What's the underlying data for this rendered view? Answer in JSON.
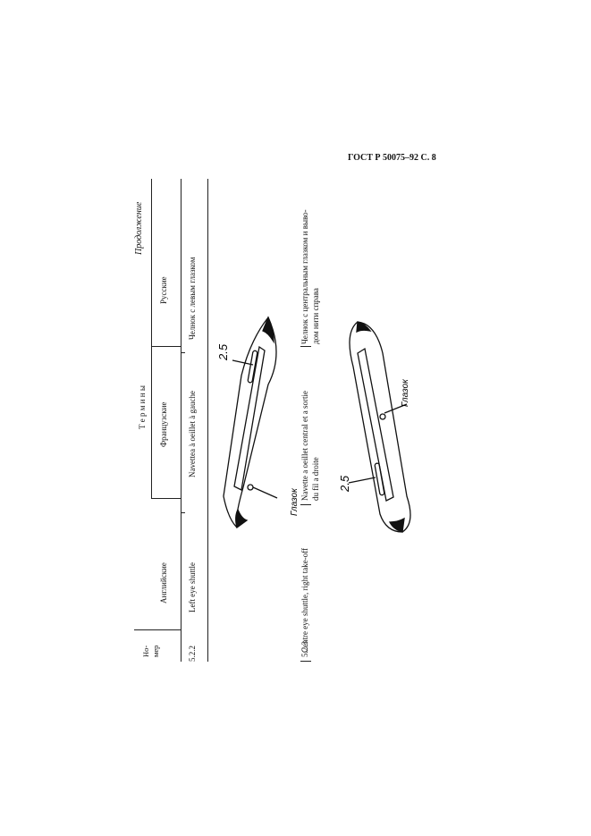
{
  "header": {
    "doc_ref": "ГОСТ Р 50075–92 С. 8"
  },
  "table": {
    "continuation": "Продолжение",
    "col_number": [
      "Но-",
      "мер"
    ],
    "col_terms": "Т е р м и н ы",
    "col_english": "Английские",
    "col_french": "Французские",
    "col_russian": "Русские"
  },
  "rows": [
    {
      "number": "5.2.2",
      "english": "Left eye shuttle",
      "french": "Navettea à oeillet à gauche",
      "russian": "Челнок с левым глазком"
    },
    {
      "number": "5.2.3",
      "english": "Centre eye shuttle, right take-off",
      "french": [
        "Navette a oeillet central et a sortie",
        "du fil a droite"
      ],
      "russian": [
        "Челнок с центральным глазком и выво-",
        "дом нити справа"
      ]
    }
  ],
  "figures": [
    {
      "dimension": "2.5",
      "eye_label": "Глазок"
    },
    {
      "dimension": "2.5",
      "eye_label": "Глазок"
    }
  ]
}
